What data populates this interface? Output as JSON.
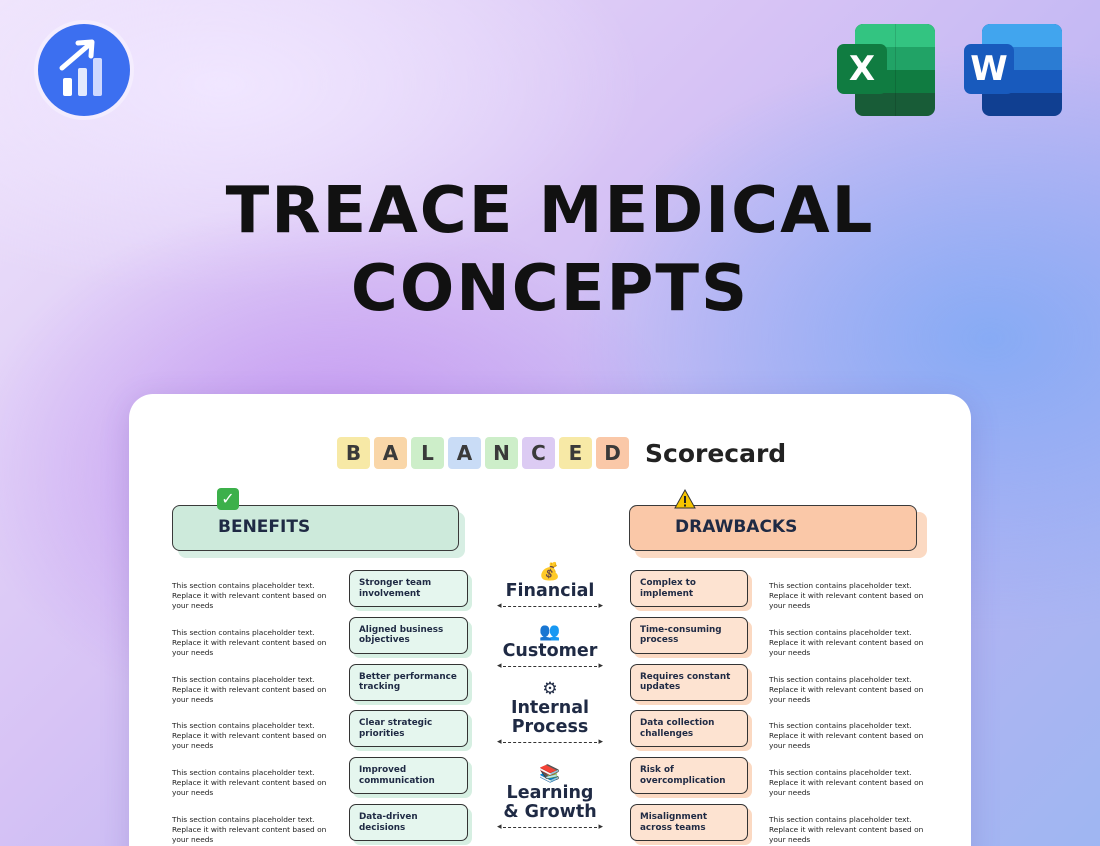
{
  "title": {
    "line1": "TREACE MEDICAL",
    "line2": "CONCEPTS"
  },
  "icons": {
    "brand": "chart-growth-icon",
    "excel": {
      "name": "excel-icon",
      "letter": "X",
      "color": "#107c41"
    },
    "word": {
      "name": "word-icon",
      "letter": "W",
      "color": "#185abd"
    }
  },
  "scorecard": {
    "letters": [
      {
        "char": "B",
        "color": "#f7e9a6"
      },
      {
        "char": "A",
        "color": "#f9d6a8"
      },
      {
        "char": "L",
        "color": "#cdeec9"
      },
      {
        "char": "A",
        "color": "#c9dcf6"
      },
      {
        "char": "N",
        "color": "#cdeec9"
      },
      {
        "char": "C",
        "color": "#dccbf3"
      },
      {
        "char": "E",
        "color": "#f7e9a6"
      },
      {
        "char": "D",
        "color": "#fac8a8"
      }
    ],
    "word": "Scorecard"
  },
  "benefits": {
    "header": "BENEFITS",
    "badge_icon": "checkmark-icon",
    "color": "#cdeadb",
    "items": [
      {
        "label": "Stronger team involvement",
        "desc": "This section contains placeholder text. Replace it with relevant content based on your needs"
      },
      {
        "label": "Aligned business objectives",
        "desc": "This section contains placeholder text. Replace it with relevant content based on your needs"
      },
      {
        "label": "Better performance tracking",
        "desc": "This section contains placeholder text. Replace it with relevant content based on your needs"
      },
      {
        "label": "Clear strategic priorities",
        "desc": "This section contains placeholder text. Replace it with relevant content based on your needs"
      },
      {
        "label": "Improved communication",
        "desc": "This section contains placeholder text. Replace it with relevant content based on your needs"
      },
      {
        "label": "Data-driven decisions",
        "desc": "This section contains placeholder text. Replace it with relevant content based on your needs"
      }
    ]
  },
  "drawbacks": {
    "header": "DRAWBACKS",
    "badge_icon": "warning-icon",
    "color": "#fac8a8",
    "items": [
      {
        "label": "Complex to implement",
        "desc": "This section contains placeholder text. Replace it with relevant content based on your needs"
      },
      {
        "label": "Time-consuming process",
        "desc": "This section contains placeholder text. Replace it with relevant content based on your needs"
      },
      {
        "label": "Requires constant updates",
        "desc": "This section contains placeholder text. Replace it with relevant content based on your needs"
      },
      {
        "label": "Data collection challenges",
        "desc": "This section contains placeholder text. Replace it with relevant content based on your needs"
      },
      {
        "label": "Risk of overcomplication",
        "desc": "This section contains placeholder text. Replace it with relevant content based on your needs"
      },
      {
        "label": "Misalignment across teams",
        "desc": "This section contains placeholder text. Replace it with relevant content based on your needs"
      }
    ]
  },
  "perspectives": [
    {
      "label": "Financial",
      "icon": "money-bag-icon",
      "glyph": "💰"
    },
    {
      "label": "Customer",
      "icon": "people-icon",
      "glyph": "👥"
    },
    {
      "label": "Internal Process",
      "icon": "gear-icon",
      "glyph": "⚙"
    },
    {
      "label": "Learning & Growth",
      "icon": "books-icon",
      "glyph": "📚"
    }
  ]
}
